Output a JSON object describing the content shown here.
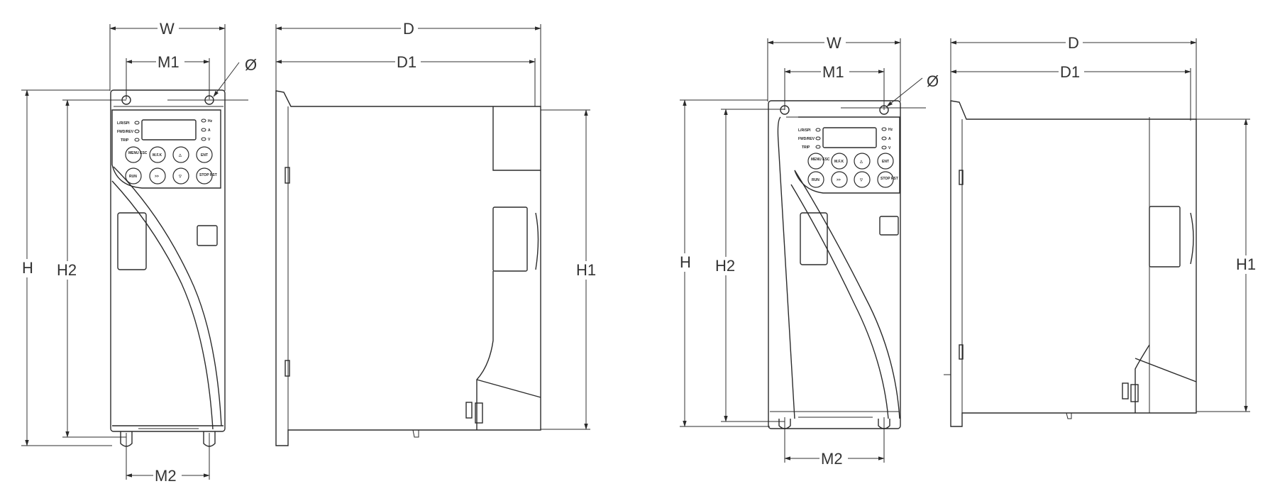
{
  "views": [
    {
      "name": "left-unit",
      "dimension_labels": {
        "w": "W",
        "m1": "M1",
        "phi": "Ø",
        "h": "H",
        "h2": "H2",
        "m2": "M2",
        "d": "D",
        "d1": "D1",
        "h1": "H1"
      },
      "panel": {
        "indicators": [
          "L/R/SPI",
          "FWD/REV",
          "TRIP"
        ],
        "unit_marks": [
          "Hz",
          "A",
          "V"
        ],
        "buttons": [
          "MENU ESC",
          "M.F.K",
          "△",
          "ENT",
          "RUN",
          ">>",
          "▽",
          "STOP RST"
        ]
      }
    },
    {
      "name": "right-unit",
      "dimension_labels": {
        "w": "W",
        "m1": "M1",
        "phi": "Ø",
        "h": "H",
        "h2": "H2",
        "m2": "M2",
        "d": "D",
        "d1": "D1",
        "h1": "H1"
      },
      "panel": {
        "indicators": [
          "L/R/SPI",
          "FWD/REV",
          "TRIP"
        ],
        "unit_marks": [
          "Hz",
          "A",
          "V"
        ],
        "buttons": [
          "MENU ESC",
          "M.F.K",
          "△",
          "ENT",
          "RUN",
          ">>",
          "▽",
          "STOP RST"
        ]
      }
    }
  ]
}
